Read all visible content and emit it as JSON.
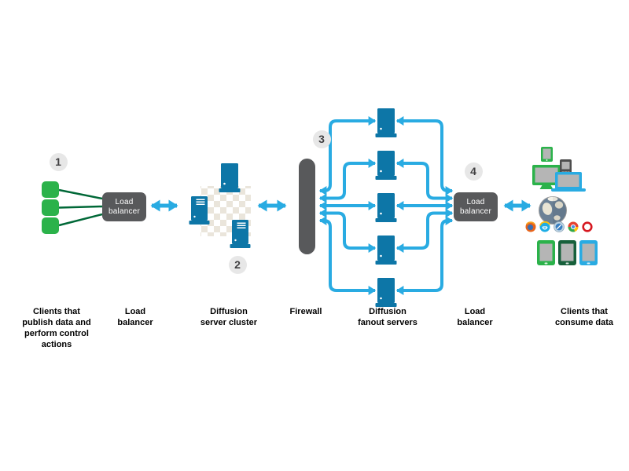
{
  "step_badges": [
    "1",
    "2",
    "3",
    "4"
  ],
  "boxes": {
    "load_balancer_left": [
      "Load",
      "balancer"
    ],
    "load_balancer_right": [
      "Load",
      "balancer"
    ]
  },
  "captions": {
    "publish_clients": [
      "Clients that",
      "publish data and",
      "perform control",
      "actions"
    ],
    "load_balancer_left": [
      "Load",
      "balancer"
    ],
    "server_cluster": [
      "Diffusion",
      "server cluster"
    ],
    "firewall": [
      "Firewall"
    ],
    "fanout_servers": [
      "Diffusion",
      "fanout servers"
    ],
    "load_balancer_right": [
      "Load",
      "balancer"
    ],
    "consume_clients": [
      "Clients that",
      "consume data"
    ]
  },
  "counts": {
    "publish_clients": 3,
    "cluster_servers": 3,
    "fanout_servers": 5,
    "consume_phones": 3,
    "browser_icons": 5
  },
  "icons": {
    "publish-client": "green rounded square",
    "server-tower": "blue server tower",
    "firewall": "dark vertical bar",
    "load-balancer": "dark rounded box",
    "tablet": "green tablet",
    "monitor": "green monitor",
    "pda": "gray handheld with keypad",
    "laptop": "blue laptop",
    "globe": "earth globe",
    "browsers": [
      "firefox",
      "internet-explorer",
      "safari",
      "chrome",
      "opera"
    ],
    "smartphones": [
      "green phone",
      "dark-green phone",
      "blue phone"
    ]
  },
  "colors": {
    "accent_cyan": "#29ABE2",
    "bright_green": "#2BB24A",
    "dark_green_line": "#006837",
    "dark_green": "#17603B",
    "server_blue": "#0D76A7",
    "dark_gray": "#58595B",
    "badge_bg": "#E7E7E7",
    "badge_text": "#414042",
    "checker_beige": "#EAE5DB",
    "screen_gray": "#B5B5B5"
  }
}
